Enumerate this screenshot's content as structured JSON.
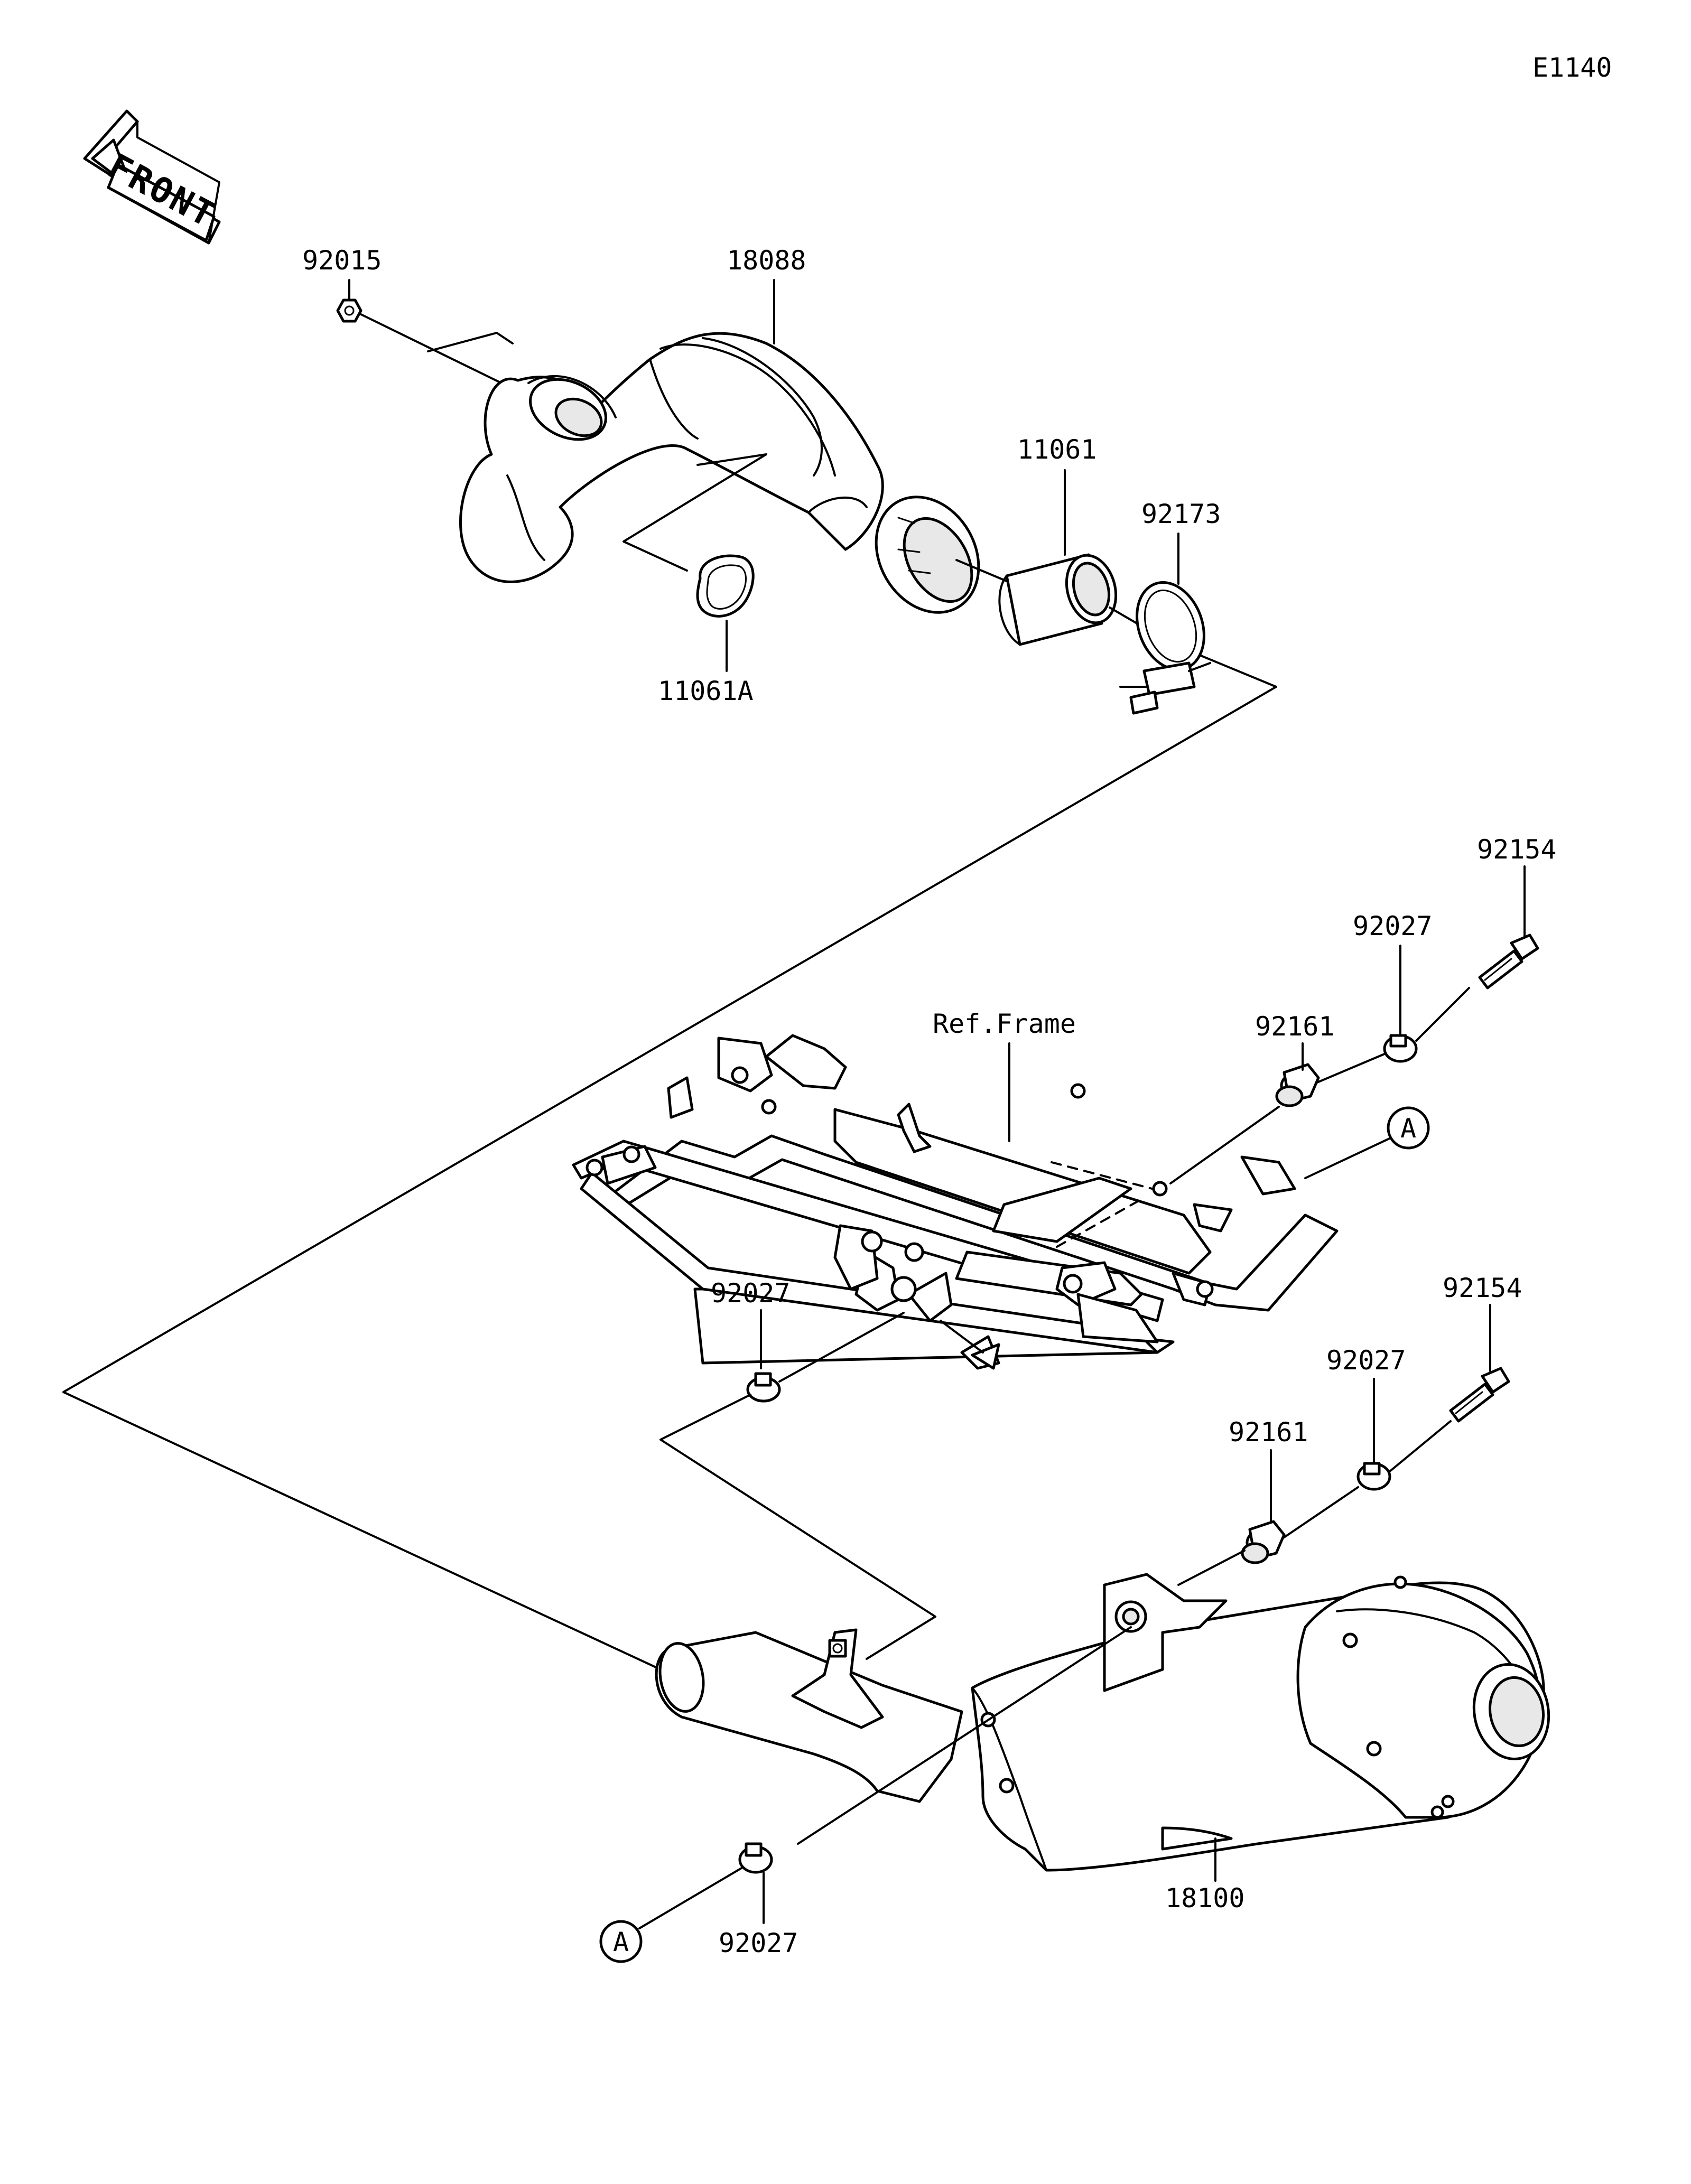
{
  "diagram_code": "E1140",
  "front_label": "FRONT",
  "ref_frame": "Ref.Frame",
  "ref_marker": "A",
  "parts": {
    "p92015": "92015",
    "p18088": "18088",
    "p11061": "11061",
    "p92173": "92173",
    "p11061A": "11061A",
    "p92154_upper": "92154",
    "p92027_upper": "92027",
    "p92161_upper": "92161",
    "p92027_mid": "92027",
    "p92154_lower": "92154",
    "p92027_lower": "92027",
    "p92161_lower": "92161",
    "p18100": "18100",
    "p92027_bottom": "92027"
  }
}
